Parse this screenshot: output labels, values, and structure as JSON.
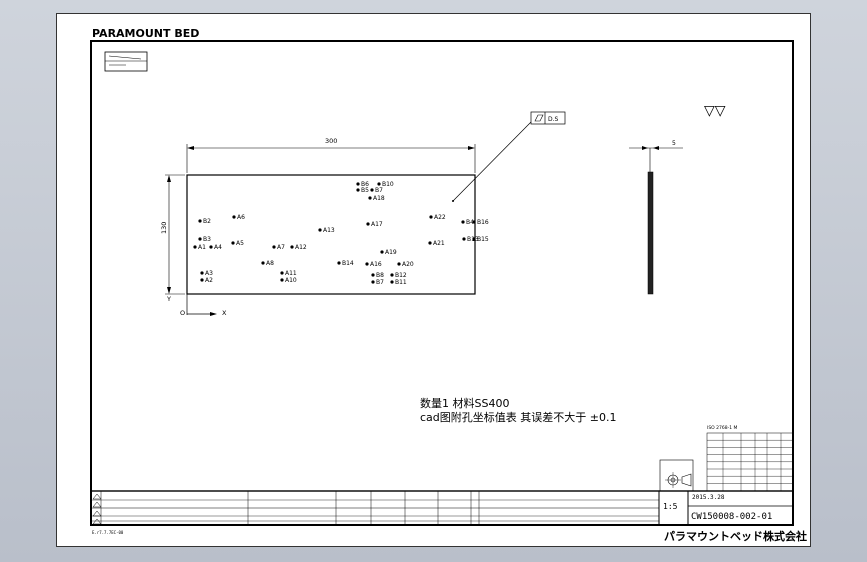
{
  "title_block": {
    "company": "PARAMOUNT BED",
    "company_jp": "パラマウントベッド株式会社",
    "drawing_number": "CW150008-002-01",
    "scale": "1:5",
    "date": "2015.3.28",
    "bottom_left_code": "E.r7.7.7EC-00"
  },
  "dimensions": {
    "width": "300",
    "height": "130",
    "thickness": "5"
  },
  "axes": {
    "x": "X",
    "y": "Y",
    "origin": "O"
  },
  "callout": {
    "label": "D.S"
  },
  "surface_finish": "▽▽",
  "holes": [
    {
      "id": "B6"
    },
    {
      "id": "B10"
    },
    {
      "id": "B5"
    },
    {
      "id": "B7"
    },
    {
      "id": "A18"
    },
    {
      "id": "B2"
    },
    {
      "id": "A6"
    },
    {
      "id": "A17"
    },
    {
      "id": "A22"
    },
    {
      "id": "B4"
    },
    {
      "id": "B16"
    },
    {
      "id": "B3"
    },
    {
      "id": "A13"
    },
    {
      "id": "B13"
    },
    {
      "id": "A1"
    },
    {
      "id": "A4"
    },
    {
      "id": "A5"
    },
    {
      "id": "A7"
    },
    {
      "id": "A12"
    },
    {
      "id": "A21"
    },
    {
      "id": "B15"
    },
    {
      "id": "A19"
    },
    {
      "id": "A8"
    },
    {
      "id": "B14"
    },
    {
      "id": "A16"
    },
    {
      "id": "A20"
    },
    {
      "id": "A3"
    },
    {
      "id": "A11"
    },
    {
      "id": "B8"
    },
    {
      "id": "B12"
    },
    {
      "id": "A2"
    },
    {
      "id": "A10"
    },
    {
      "id": "B7"
    },
    {
      "id": "B11"
    }
  ],
  "notes": {
    "line1": "数量1 材料SS400",
    "line2": "cad图附孔坐标值表 其误差不大于 ±0.1"
  },
  "tolerance_table_title": "ISO 2768-1 M"
}
